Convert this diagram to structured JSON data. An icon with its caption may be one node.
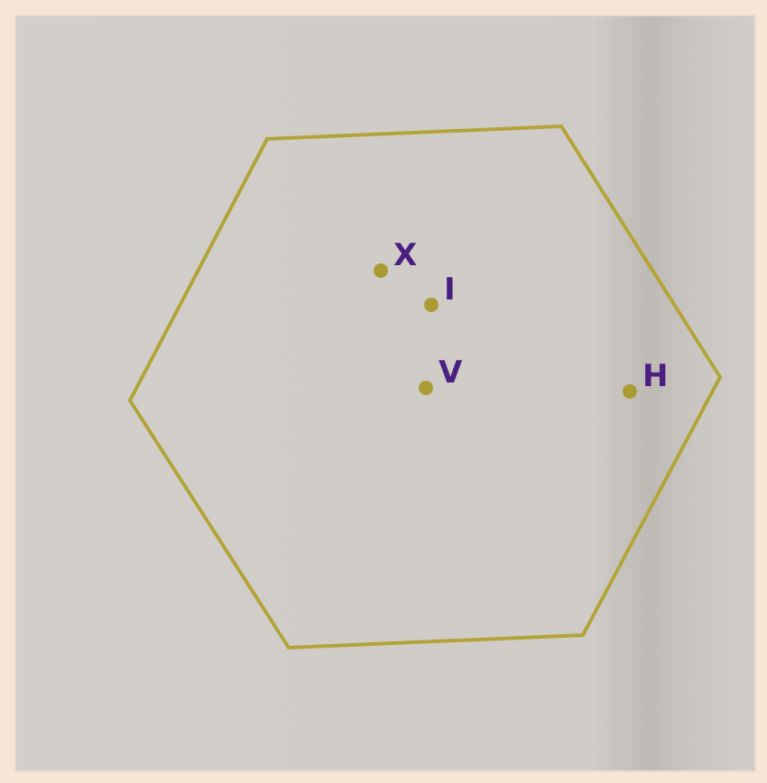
{
  "diagram": {
    "labels": [
      "X",
      "I",
      "V",
      "H"
    ]
  }
}
